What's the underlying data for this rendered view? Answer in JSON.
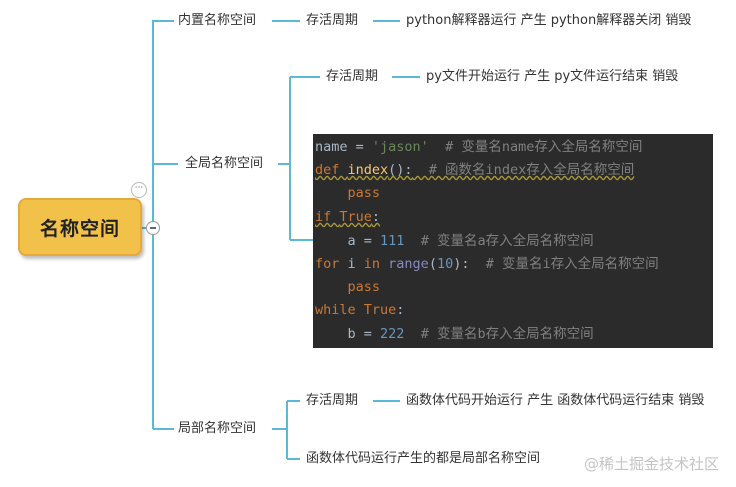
{
  "root": {
    "label": "名称空间"
  },
  "builtin": {
    "label": "内置名称空间",
    "lifecycle_label": "存活周期",
    "lifecycle_detail": "python解释器运行 产生 python解释器关闭 销毁"
  },
  "global": {
    "label": "全局名称空间",
    "lifecycle_label": "存活周期",
    "lifecycle_detail": "py文件开始运行 产生  py文件运行结束 销毁"
  },
  "local": {
    "label": "局部名称空间",
    "lifecycle_label": "存活周期",
    "lifecycle_detail": "函数体代码开始运行 产生 函数体代码运行结束 销毁",
    "note": "函数体代码运行产生的都是局部名称空间"
  },
  "code": {
    "line1": {
      "name": "name",
      "op": " = ",
      "str": "'jason'",
      "comment": "  # 变量名name存入全局名称空间"
    },
    "line2": {
      "kw": "def ",
      "fn": "index",
      "paren": "():",
      "comment": "  # 函数名index存入全局名称空间"
    },
    "line3": {
      "kw": "pass"
    },
    "line4": {
      "kw": "if ",
      "val": "True",
      "colon": ":"
    },
    "line5": {
      "name": "a",
      "op": " = ",
      "num": "111",
      "comment": "  # 变量名a存入全局名称空间"
    },
    "line6": {
      "kw1": "for ",
      "var": "i ",
      "kw2": "in ",
      "bi": "range",
      "open": "(",
      "num": "10",
      "close": "):",
      "comment": "  # 变量名i存入全局名称空间"
    },
    "line7": {
      "kw": "pass"
    },
    "line8": {
      "kw1": "while ",
      "kw2": "True",
      "colon": ":"
    },
    "line9": {
      "name": "b",
      "op": " = ",
      "num": "222",
      "comment": "  # 变量名b存入全局名称空间"
    }
  },
  "expand_button_glyph": "···",
  "icons": [
    "more-icon",
    "collapse-icon"
  ],
  "colors": {
    "connector": "#5bb8d6",
    "root_fill": "#f2c14a",
    "root_border": "#e8a93b",
    "code_bg": "#2b2b2b"
  },
  "watermark": "@稀土掘金技术社区"
}
